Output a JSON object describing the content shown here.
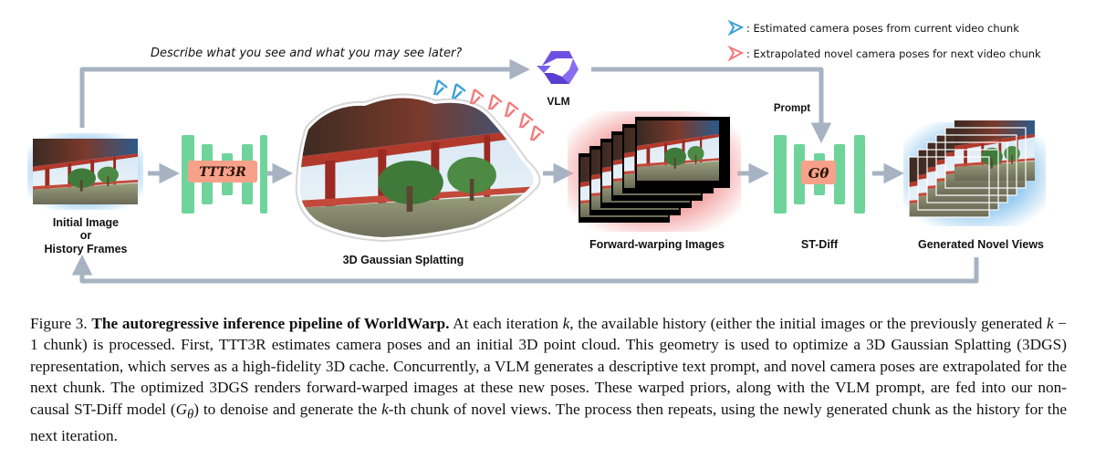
{
  "figure": {
    "prompt_text": "Describe what you see and what you may see later?",
    "legend": {
      "estimated": ": Estimated camera poses from current video chunk",
      "extrapolated": ": Extrapolated novel camera poses for next video chunk",
      "estimated_color": "#3aa0d8",
      "extrapolated_color": "#f07a7a"
    },
    "vlm_label": "VLM",
    "prompt_label": "Prompt",
    "initial_label_line1": "Initial Image",
    "initial_label_line2": "or",
    "initial_label_line3": "History Frames",
    "ttt3r_label": "TTT3R",
    "gs_label": "3D Gaussian Splatting",
    "fw_label": "Forward-warping Images",
    "stdiff_label": "ST-Diff",
    "g_theta_label": "Gθ",
    "novel_label": "Generated Novel Views",
    "colors": {
      "network_green": "#6fd49b",
      "block_salmon": "#f7a08a",
      "arrow_gray": "#a7b3c2"
    }
  },
  "caption": {
    "prefix": "Figure 3.",
    "title": "The autoregressive inference pipeline of WorldWarp.",
    "t1": "At each iteration",
    "k1": "k",
    "t2": ", the available history (either the initial images or the previously generated",
    "k2": "k",
    "t3": "− 1 chunk) is processed. First, TTT3R estimates camera poses and an initial 3D point cloud. This geometry is used to optimize a 3D Gaussian Splatting (3DGS) representation, which serves as a high-fidelity 3D cache. Concurrently, a VLM generates a descriptive text prompt, and novel camera poses are extrapolated for the next chunk. The optimized 3DGS renders forward-warped images at these new poses. These warped priors, along with the VLM prompt, are fed into our non-causal ST-Diff model (",
    "g": "G",
    "theta": "θ",
    "t4": ") to denoise and generate the",
    "k3": "k",
    "t5": "-th chunk of novel views. The process then repeats, using the newly generated chunk as the history for the next iteration."
  }
}
